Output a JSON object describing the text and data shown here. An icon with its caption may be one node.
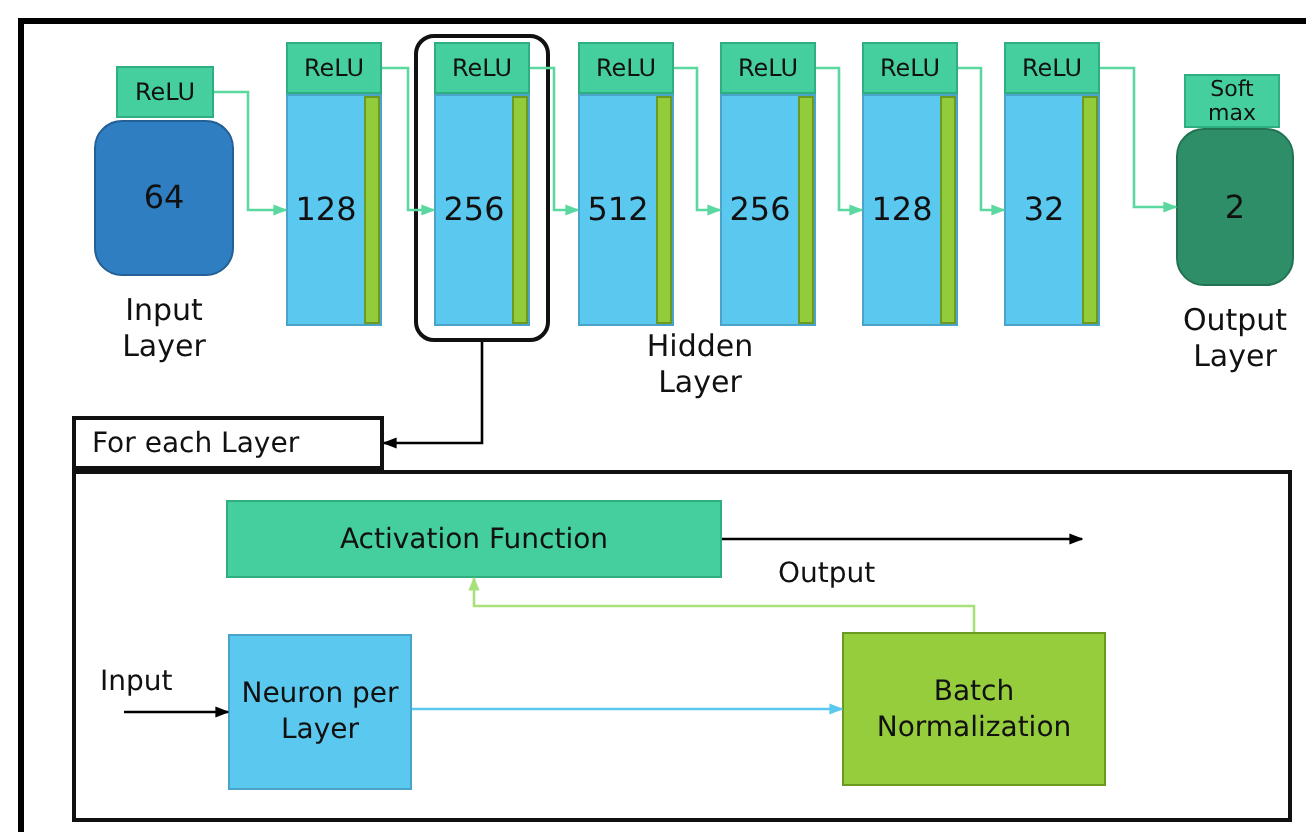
{
  "diagram": {
    "nodes": [
      {
        "text": [
          "ReLU"
        ]
      },
      {
        "text": [
          "64"
        ],
        "beside": [
          "Input Layer"
        ]
      },
      {
        "text": [
          "ReLU"
        ]
      },
      {
        "text": [
          "128"
        ]
      },
      {
        "text": [],
        "shape": "box"
      },
      {
        "text": [
          "ReLU"
        ],
        "in": 4
      },
      {
        "text": [
          "256"
        ],
        "in": 4
      },
      {
        "text": [
          "ReLU"
        ]
      },
      {
        "text": [
          "512"
        ]
      },
      {
        "text": [
          "ReLU"
        ]
      },
      {
        "text": [
          "256"
        ]
      },
      {
        "text": [
          "ReLU"
        ]
      },
      {
        "text": [
          "128"
        ]
      },
      {
        "text": [
          "ReLU"
        ]
      },
      {
        "text": [
          "32"
        ]
      },
      {
        "text": [
          "Soft max"
        ]
      },
      {
        "text": [
          "2"
        ],
        "beside": [
          "Output Layer"
        ]
      },
      {
        "text": [
          "For each Layer"
        ]
      },
      {
        "text": [],
        "shape": "box"
      },
      {
        "text": [
          "Activation Function"
        ],
        "in": 18
      },
      {
        "text": [
          "Neuron per Layer"
        ],
        "in": 18
      },
      {
        "text": [
          "Batch Normalization"
        ],
        "in": 18
      }
    ],
    "edges": [
      {
        "from": 0,
        "to": 3,
        "arrow": "to"
      },
      {
        "from": 2,
        "to": 6,
        "arrow": "to"
      },
      {
        "from": 5,
        "to": 8,
        "arrow": "to"
      },
      {
        "from": 7,
        "to": 10,
        "arrow": "to"
      },
      {
        "from": 9,
        "to": 12,
        "arrow": "to"
      },
      {
        "from": 11,
        "to": 14,
        "arrow": "to"
      },
      {
        "from": 13,
        "to": 16,
        "arrow": "to"
      },
      {
        "from": 4,
        "to": 17,
        "arrow": "to",
        "color": "#000000"
      },
      {
        "from": null,
        "to": 20,
        "arrow": "to",
        "label": "Input",
        "color": "#000000"
      },
      {
        "from": 20,
        "to": 21,
        "arrow": "to",
        "color": "#5bc8ef"
      },
      {
        "from": 21,
        "to": 19,
        "arrow": "to",
        "color": "#a8e07a"
      },
      {
        "from": 19,
        "to": null,
        "arrow": "to",
        "label": "Output",
        "color": "#000000"
      }
    ],
    "labels": [
      "Hidden Layer"
    ]
  }
}
